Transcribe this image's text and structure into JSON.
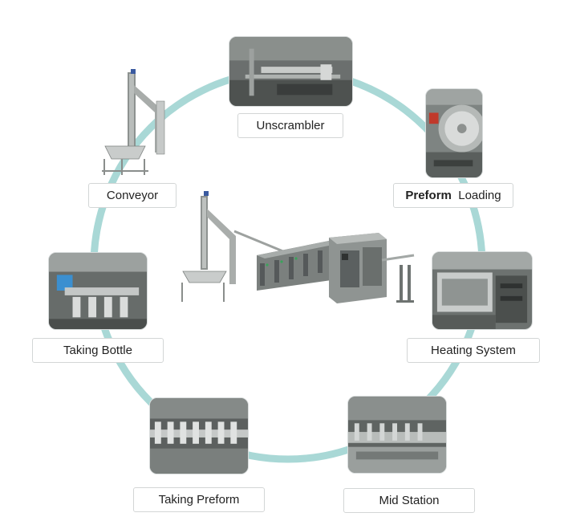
{
  "colors": {
    "ring": "#a9d8d6",
    "label_border": "#d3d6d6",
    "label_text": "#222222"
  },
  "stages": {
    "unscrambler": "Unscrambler",
    "preform_loading_bold": "Preform",
    "preform_loading_rest": "Loading",
    "heating_system": "Heating System",
    "mid_station": "Mid Station",
    "taking_preform": "Taking Preform",
    "taking_bottle": "Taking Bottle",
    "conveyor": "Conveyor"
  }
}
